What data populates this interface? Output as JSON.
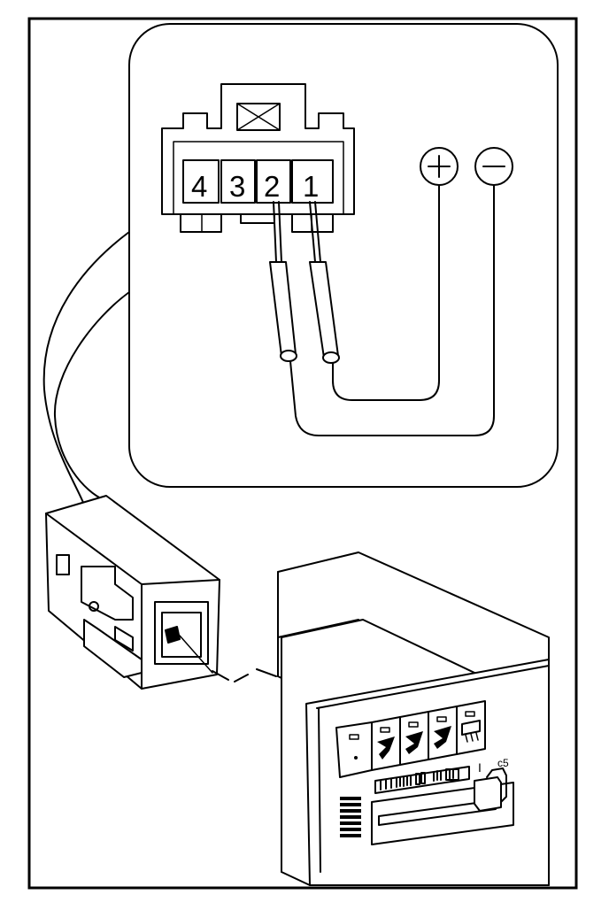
{
  "connector": {
    "pins": [
      {
        "label": "4"
      },
      {
        "label": "3"
      },
      {
        "label": "2"
      },
      {
        "label": "1"
      }
    ]
  },
  "panel": {
    "scale_mark": "I",
    "scale_right_label": "c5"
  },
  "colors": {
    "line": "#000000",
    "background": "#ffffff"
  },
  "icons": [
    "plus-terminal-icon",
    "minus-terminal-icon",
    "fan-mode-icons"
  ]
}
